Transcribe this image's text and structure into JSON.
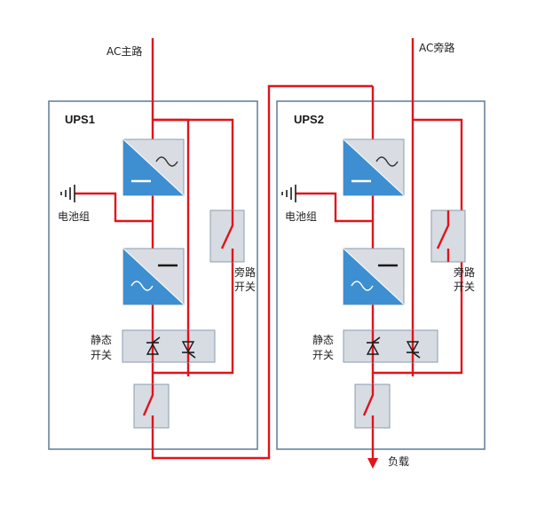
{
  "labels": {
    "ac_main": "AC主路",
    "ac_bypass": "AC旁路",
    "load": "负载"
  },
  "units": [
    {
      "id": "ups1",
      "title": "UPS1",
      "battery": "电池组",
      "bypass_switch": [
        "旁路",
        "开关"
      ],
      "static_switch": [
        "静态",
        "开关"
      ]
    },
    {
      "id": "ups2",
      "title": "UPS2",
      "battery": "电池组",
      "bypass_switch": [
        "旁路",
        "开关"
      ],
      "static_switch": [
        "静态",
        "开关"
      ]
    }
  ],
  "colors": {
    "wire": "#e0141b",
    "converter_blue": "#3d8fd1",
    "converter_grey": "#d9dde3",
    "switch_fill": "#d7dce3",
    "frame": "#5f7a96"
  }
}
